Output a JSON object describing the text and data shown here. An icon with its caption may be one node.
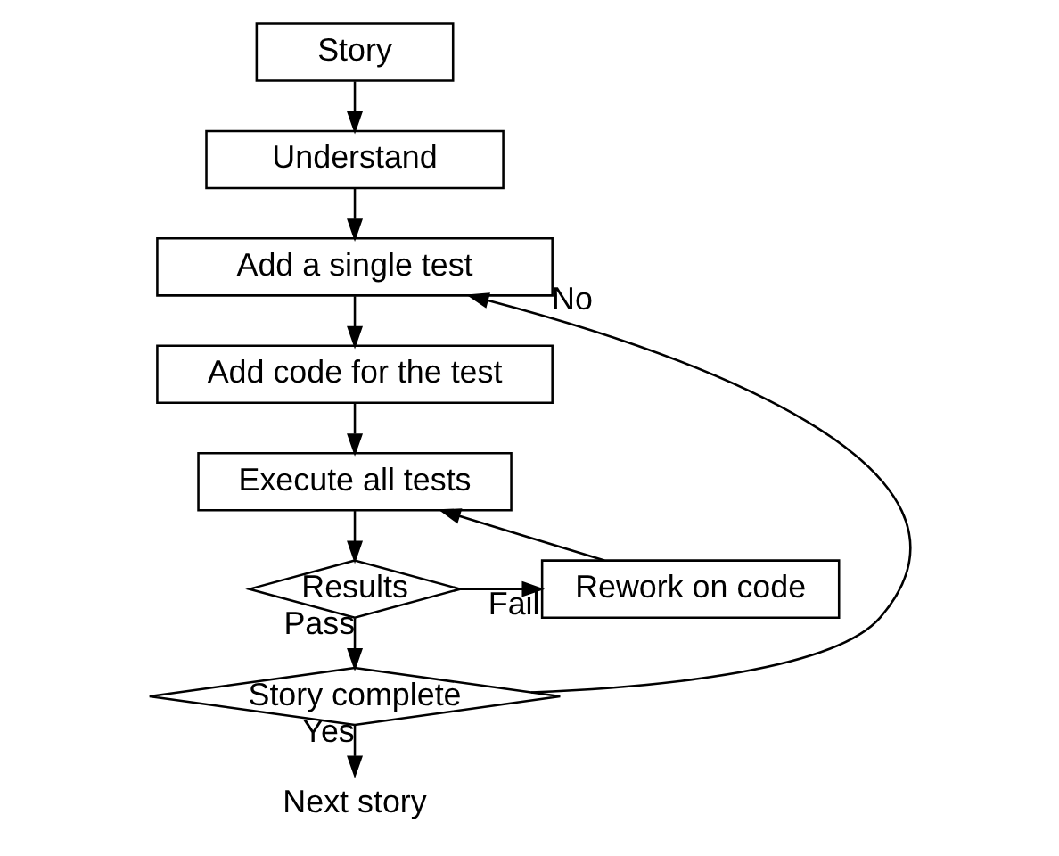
{
  "diagram": {
    "nodes": [
      {
        "text": [
          "Story"
        ]
      },
      {
        "text": [
          "Understand"
        ]
      },
      {
        "text": [
          "Add a single test"
        ]
      },
      {
        "text": [
          "Add code for the test"
        ]
      },
      {
        "text": [
          "Execute all tests"
        ]
      },
      {
        "text": [
          "Results"
        ]
      },
      {
        "text": [
          "Rework on code"
        ]
      },
      {
        "text": [
          "Story complete"
        ]
      },
      {
        "text": [
          "Next story"
        ]
      }
    ],
    "edges": [
      {
        "from": 0,
        "to": 1,
        "arrow": "to"
      },
      {
        "from": 1,
        "to": 2,
        "arrow": "to"
      },
      {
        "from": 2,
        "to": 3,
        "arrow": "to"
      },
      {
        "from": 3,
        "to": 4,
        "arrow": "to"
      },
      {
        "from": 4,
        "to": 5,
        "arrow": "to"
      },
      {
        "from": 5,
        "to": 6,
        "arrow": "to",
        "label": "Fail"
      },
      {
        "from": 6,
        "to": 4,
        "arrow": "to"
      },
      {
        "from": 5,
        "to": 7,
        "arrow": "to",
        "label": "Pass"
      },
      {
        "from": 7,
        "to": 8,
        "arrow": "to",
        "label": "Yes"
      },
      {
        "from": 7,
        "to": 2,
        "arrow": "to",
        "label": "No"
      }
    ]
  }
}
